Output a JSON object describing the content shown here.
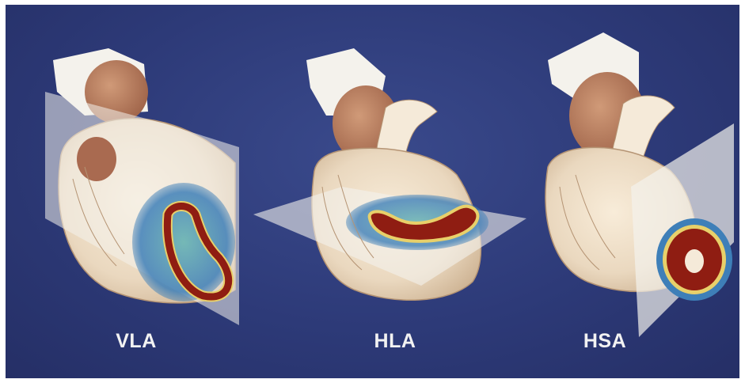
{
  "panels": [
    {
      "label": "VLA",
      "view": "vertical-long-axis"
    },
    {
      "label": "HLA",
      "view": "horizontal-long-axis"
    },
    {
      "label": "HSA",
      "view": "short-axis"
    }
  ],
  "colors": {
    "background": "#2d3a78",
    "myocardium": "#8f1d12",
    "perfusion_rim": "#e8d06a",
    "ischemia_blue": "#3e7fb8",
    "heart_tissue": "#efe2cf",
    "plane": "#f4f2ec"
  }
}
